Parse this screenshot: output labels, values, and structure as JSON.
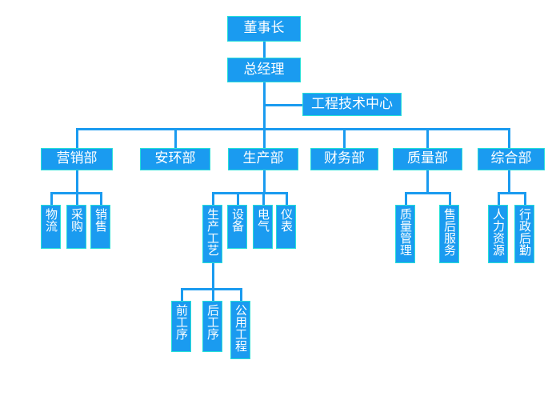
{
  "chart": {
    "type": "org-chart",
    "title": "",
    "theme": {
      "box_fill": "#1a9bf0",
      "box_border": "#27e0d8",
      "box_text": "#ffffff",
      "connector": "#1a9bf0",
      "background": "#ffffff"
    },
    "levels": {
      "level1": "董事长",
      "level2": "总经理",
      "level2_staff": "工程技术中心"
    },
    "nodes": {
      "chairman": {
        "label": "董事长"
      },
      "general_manager": {
        "label": "总经理"
      },
      "engineering_center": {
        "label": "工程技术中心"
      },
      "marketing_dept": {
        "label": "营销部"
      },
      "safety_env_dept": {
        "label": "安环部"
      },
      "production_dept": {
        "label": "生产部"
      },
      "finance_dept": {
        "label": "财务部"
      },
      "quality_dept": {
        "label": "质量部"
      },
      "general_affairs_dept": {
        "label": "综合部"
      },
      "logistics": {
        "label": "物流"
      },
      "purchasing": {
        "label": "采购"
      },
      "sales": {
        "label": "销售"
      },
      "production_process": {
        "label": "生产工艺"
      },
      "equipment": {
        "label": "设备"
      },
      "electrical": {
        "label": "电气"
      },
      "instrumentation": {
        "label": "仪表"
      },
      "quality_management": {
        "label": "质量管理"
      },
      "after_sales": {
        "label": "售后服务"
      },
      "human_resources": {
        "label": "人力资源"
      },
      "admin_logistics": {
        "label": "行政后勤"
      },
      "front_process": {
        "label": "前工序"
      },
      "back_process": {
        "label": "后工序"
      },
      "utility_engineering": {
        "label": "公用工程"
      }
    },
    "hierarchy": [
      {
        "parent": "chairman",
        "children": [
          "general_manager"
        ]
      },
      {
        "parent": "general_manager",
        "children": [
          "engineering_center",
          "marketing_dept",
          "safety_env_dept",
          "production_dept",
          "finance_dept",
          "quality_dept",
          "general_affairs_dept"
        ]
      },
      {
        "parent": "marketing_dept",
        "children": [
          "logistics",
          "purchasing",
          "sales"
        ]
      },
      {
        "parent": "production_dept",
        "children": [
          "production_process",
          "equipment",
          "electrical",
          "instrumentation"
        ]
      },
      {
        "parent": "quality_dept",
        "children": [
          "quality_management",
          "after_sales"
        ]
      },
      {
        "parent": "general_affairs_dept",
        "children": [
          "human_resources",
          "admin_logistics"
        ]
      },
      {
        "parent": "production_process",
        "children": [
          "front_process",
          "back_process",
          "utility_engineering"
        ]
      }
    ]
  }
}
